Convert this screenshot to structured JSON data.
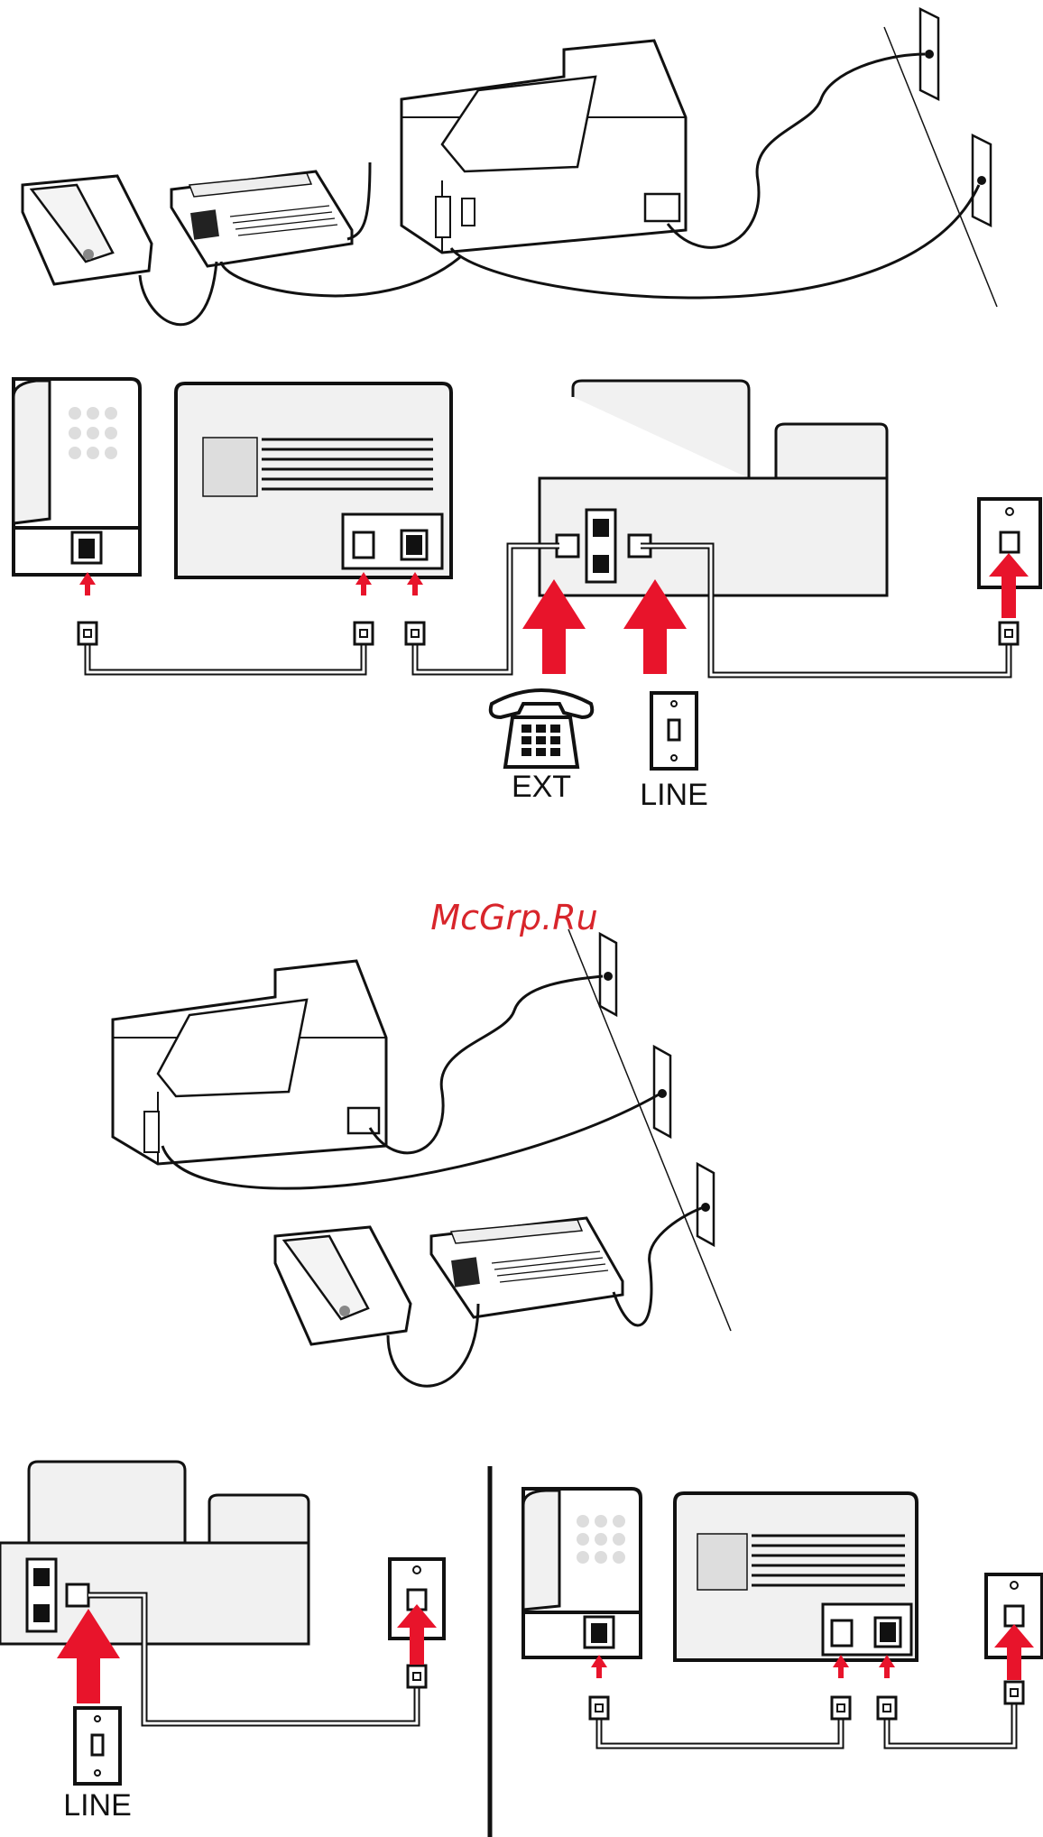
{
  "watermark": {
    "text": "McGrp.Ru",
    "color": "#d8252b"
  },
  "labels": {
    "ext": "EXT",
    "line_top": "LINE",
    "line_bottom": "LINE"
  },
  "colors": {
    "arrow": "#e8142b",
    "cord": "#111111",
    "device_fill": "#f1f1f1",
    "line": "#1a1a1a"
  },
  "icons": {
    "telephone": "telephone-icon",
    "wall_jack": "wall-jack-icon",
    "rj11_plug": "rj11-plug-icon",
    "arrow": "red-arrow-icon"
  }
}
